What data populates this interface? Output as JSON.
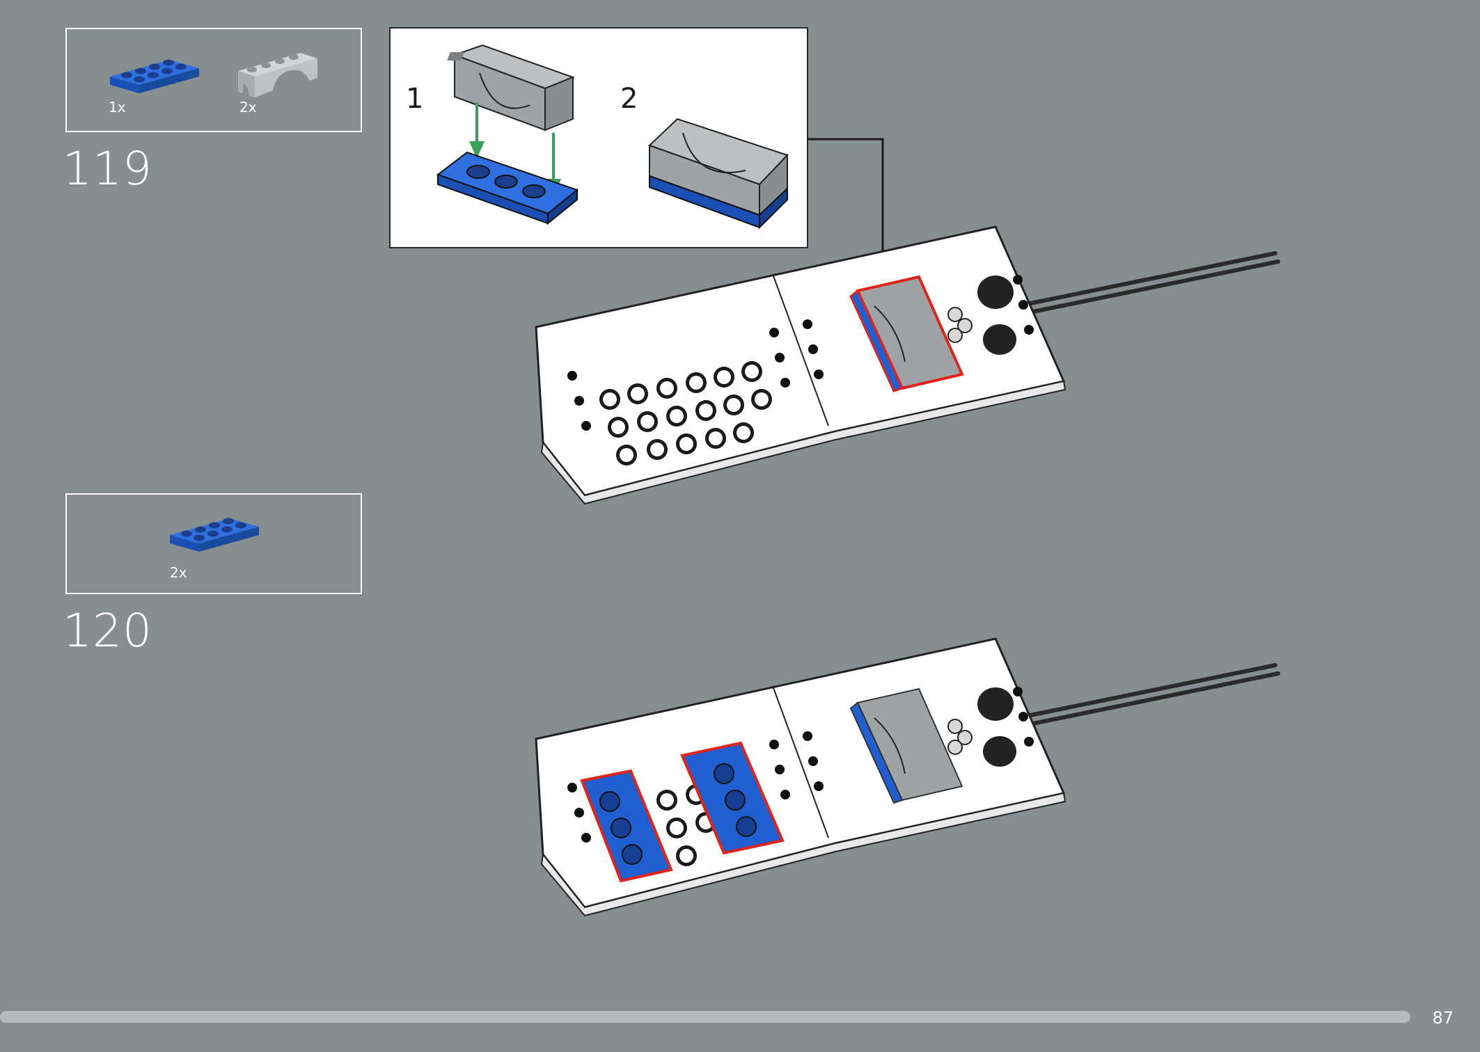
{
  "step_119": {
    "number": "119",
    "parts": [
      {
        "qty": "1x",
        "part": "blue-plate-2x4-icon"
      },
      {
        "qty": "2x",
        "part": "grey-arch-1x4-icon"
      }
    ]
  },
  "step_120": {
    "number": "120",
    "parts": [
      {
        "qty": "2x",
        "part": "blue-plate-2x4-icon"
      }
    ]
  },
  "sub_assembly": {
    "step_1": "1",
    "step_2": "2"
  },
  "colors": {
    "background": "#868e90",
    "blue_plate": "#1f5fd0",
    "grey_arch": "#a2a6a8",
    "highlight_red": "#e2231a",
    "arrow_green": "#3aa05a"
  },
  "footer": {
    "page_number": "87"
  }
}
